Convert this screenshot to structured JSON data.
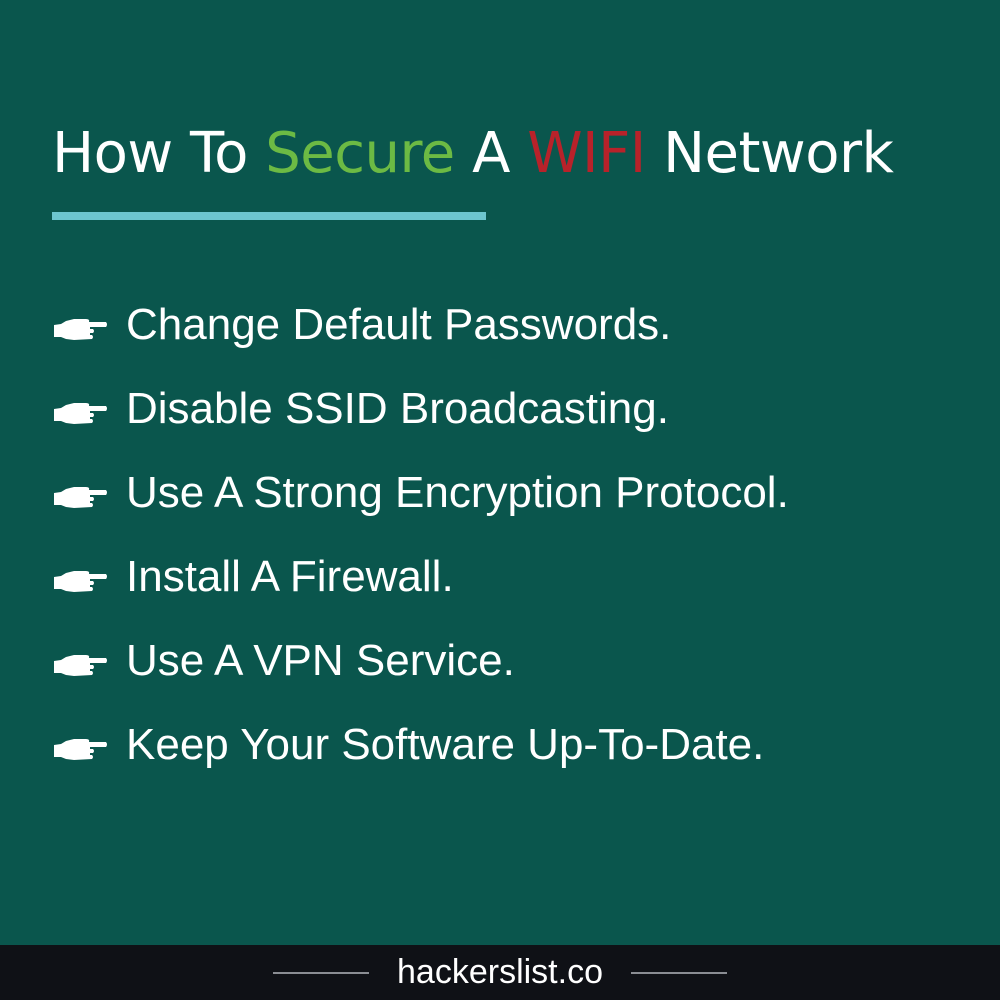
{
  "title": {
    "part1": "How To ",
    "highlight1": "Secure",
    "part2": " A ",
    "highlight2": "WIFI",
    "part3": " Network"
  },
  "colors": {
    "background": "#0a564d",
    "highlight_green": "#6cba44",
    "highlight_red": "#b8222a",
    "underline": "#6dc6cf",
    "footer": "#0f1116"
  },
  "tips": [
    {
      "icon": "pointing-hand-icon",
      "label": "Change Default Passwords."
    },
    {
      "icon": "pointing-hand-icon",
      "label": "Disable SSID Broadcasting."
    },
    {
      "icon": "pointing-hand-icon",
      "label": "Use A Strong Encryption Protocol."
    },
    {
      "icon": "pointing-hand-icon",
      "label": "Install A Firewall."
    },
    {
      "icon": "pointing-hand-icon",
      "label": "Use A VPN Service."
    },
    {
      "icon": "pointing-hand-icon",
      "label": "Keep Your Software Up-To-Date."
    }
  ],
  "footer": {
    "site": "hackerslist.co"
  }
}
